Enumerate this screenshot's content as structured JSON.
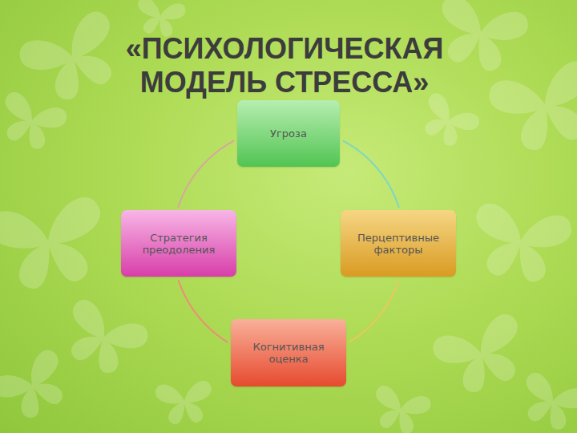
{
  "diagram": {
    "title": "«ПСИХОЛОГИЧЕСКАЯ МОДЕЛЬ СТРЕССА»",
    "nodes": [
      {
        "text": [
          "Угроза"
        ]
      },
      {
        "text": [
          "Стратегия преодоления"
        ]
      },
      {
        "text": [
          "Перцептивные факторы"
        ]
      },
      {
        "text": [
          "Когнитивная оценка"
        ]
      }
    ],
    "edges": [
      {
        "from": 0,
        "to": 2,
        "arrow": "none"
      },
      {
        "from": 2,
        "to": 3,
        "arrow": "none"
      },
      {
        "from": 3,
        "to": 1,
        "arrow": "none"
      },
      {
        "from": 1,
        "to": 0,
        "arrow": "none"
      }
    ]
  }
}
